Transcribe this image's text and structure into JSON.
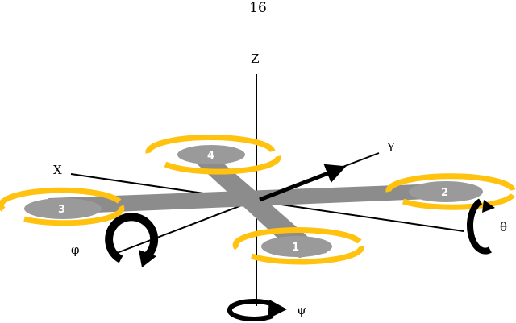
{
  "page_number": "16",
  "axes": {
    "z": "Z",
    "y": "Y",
    "x": "X"
  },
  "angles": {
    "phi": "φ",
    "theta": "θ",
    "psi": "ψ"
  },
  "motors": [
    "1",
    "2",
    "3",
    "4"
  ],
  "colors": {
    "frame": "#8c8c8c",
    "prop": "#ffc20e",
    "hub": "#9a9a9a",
    "arrow": "#000000"
  }
}
